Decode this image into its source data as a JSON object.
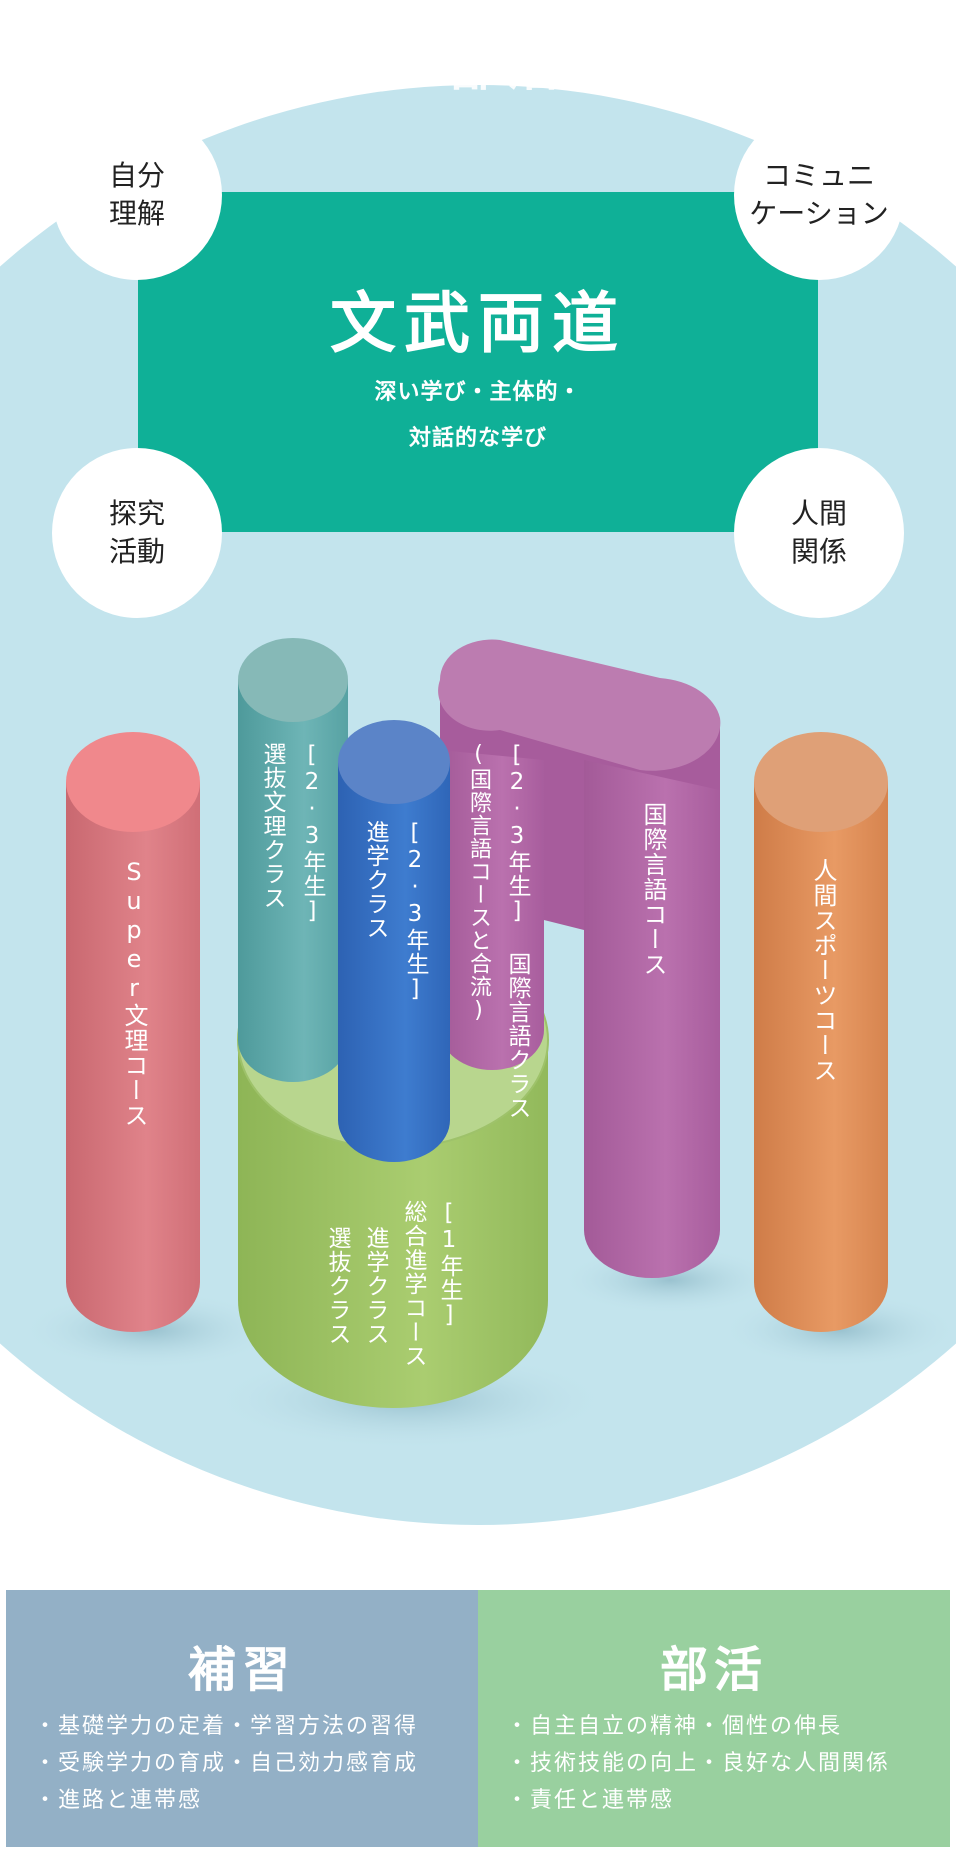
{
  "top_title_partial": "補習・部活の実",
  "main": {
    "title": "文武両道",
    "subtitle_line1": "深い学び・主体的・",
    "subtitle_line2": "対話的な学び"
  },
  "circles": {
    "top_left": [
      "自分",
      "理解"
    ],
    "top_right": [
      "コミュニ",
      "ケーション"
    ],
    "bottom_left": [
      "探究",
      "活動"
    ],
    "bottom_right": [
      "人間",
      "関係"
    ]
  },
  "columns": {
    "super": "Super文理コース",
    "senbatsu_bunri": [
      "[2·3年生]",
      "選抜文理クラス"
    ],
    "shingaku": [
      "[2·3年生]",
      "進学クラス"
    ],
    "kokusai_class": [
      "[2·3年生] 国際言語クラス",
      "(国際言語コースと合流)"
    ],
    "kokusai_course": "国際言語コース",
    "sports": "人間スポーツコース",
    "base": [
      "[1年生]",
      "総合進学コース",
      "進学クラス",
      "選抜クラス"
    ]
  },
  "colors": {
    "bg_circle": "#c3e4ed",
    "main_box": "#0fb097",
    "red": "#e07b80",
    "teal": "#6aaeb0",
    "blue": "#3f74c2",
    "purple": "#b66aa9",
    "orange": "#e2925e",
    "green": "#a4c76a",
    "panel_left": "#93b0c6",
    "panel_right": "#99d09f"
  },
  "panels": {
    "left": {
      "title": "補習",
      "items": [
        "・基礎学力の定着・学習方法の習得",
        "・受験学力の育成・自己効力感育成",
        "・進路と連帯感"
      ]
    },
    "right": {
      "title": "部活",
      "items": [
        "・自主自立の精神・個性の伸長",
        "・技術技能の向上・良好な人間関係",
        "・責任と連帯感"
      ]
    }
  }
}
